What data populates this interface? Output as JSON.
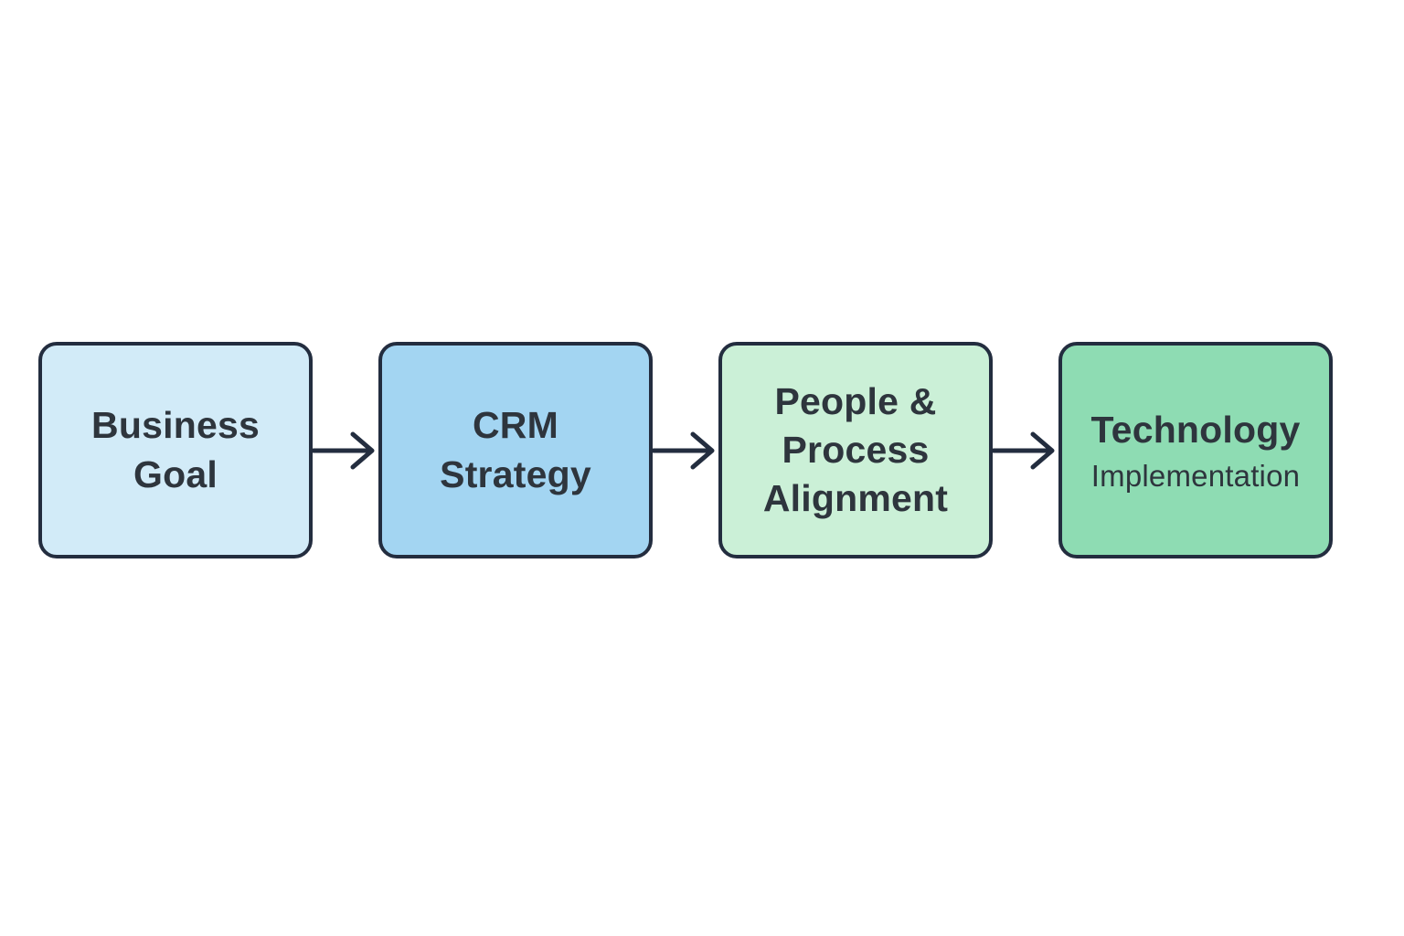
{
  "diagram": {
    "background": "#ffffff",
    "border_color": "#232d3f",
    "arrow_color": "#232d3f",
    "text_color": "#2e353d",
    "steps": [
      {
        "id": "business-goal",
        "label": "Business\nGoal",
        "fill": "#d2ebf8"
      },
      {
        "id": "crm-strategy",
        "label": "CRM\nStrategy",
        "fill": "#a3d5f2"
      },
      {
        "id": "people-process-alignment",
        "label": "People &\nProcess\nAlignment",
        "fill": "#cbf0d7"
      },
      {
        "id": "technology-implementation",
        "label": "Technology",
        "sublabel": "Implementation",
        "fill": "#8edcb3"
      }
    ]
  }
}
